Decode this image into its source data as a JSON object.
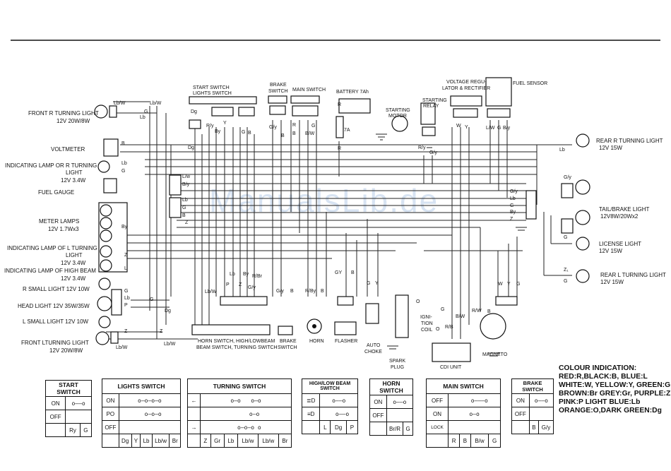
{
  "watermark": "ManualsLib.de",
  "components_left": {
    "front_r_turn": "FRONT R TURNING LIGHT",
    "front_r_turn_spec": "12V 20W/8W",
    "voltmeter": "VOLTMETER",
    "ind_r_turn": "INDICATING LAMP OR R TURNING",
    "ind_r_turn_2": "LIGHT",
    "ind_r_turn_spec": "12V 3.4W",
    "fuel_gauge": "FUEL GAUGE",
    "meter_lamps": "METER LAMPS",
    "meter_lamps_spec": "12V 1.7Wx3",
    "ind_l_turn": "INDICATING LAMP OF L TURNING",
    "ind_l_turn_2": "LIGHT",
    "ind_l_turn_spec": "12V 3.4W",
    "ind_high": "INDICATING LAMP OF HIGH BEAM",
    "ind_high_spec": "12V 3.4W",
    "r_small": "R SMALL LIGHT 12V 10W",
    "head": "HEAD LIGHT 12V 35W/35W",
    "l_small": "L SMALL LIGHT 12V 10W",
    "front_l_turn": "FRONT LTURNING LIGHT",
    "front_l_turn_spec": "12V 20W/8W"
  },
  "components_top": {
    "start_switch": "START SWITCH",
    "lights_switch": "LIGHTS SWITCH",
    "brake_switch_1": "BRAKE",
    "brake_switch_2": "SWITCH",
    "main_switch": "MAIN SWITCH",
    "battery": "BATTERY 7Ah",
    "starting_motor_1": "STARTING",
    "starting_motor_2": "MOTOR",
    "starting_relay_1": "STARTING",
    "starting_relay_2": "RELAY",
    "volt_reg_1": "VOLTAGE REGU-",
    "volt_reg_2": "LATOR & RECTIFIER",
    "fuel_sensor": "FUEL SENSOR",
    "fuse": "7A"
  },
  "components_right": {
    "rear_r_turn": "REAR R TURNING LIGHT",
    "rear_r_turn_spec": "12V 15W",
    "tail_brake": "TAIL/BRAKE LIGHT",
    "tail_brake_spec": "12V8W/20Wx2",
    "license": "LICENSE LIGHT",
    "license_spec": "12V 15W",
    "rear_l_turn": "REAR L TURNING LIGHT",
    "rear_l_turn_spec": "12V 15W"
  },
  "components_bottom": {
    "horn_switch_1": "HORN SWITCH, HIGH/LOWBEAM",
    "horn_switch_2": "BEAM SWITCH, TURNING SWITCH",
    "brake_sw_1": "BRAKE",
    "brake_sw_2": "SWITCH",
    "horn": "HORN",
    "flasher": "FLASHER",
    "auto_choke_1": "AUTO",
    "auto_choke_2": "CHOKE",
    "spark_1": "SPARK",
    "spark_2": "PLUG",
    "ignition_1": "IGNI-",
    "ignition_2": "TION",
    "ignition_3": "COIL",
    "cdi": "CDI UNIT",
    "magneto": "MAGNETO"
  },
  "tables": {
    "start": {
      "title": "START SWITCH",
      "rows": [
        "ON",
        "OFF"
      ],
      "cols": [
        "R",
        "y",
        "G"
      ]
    },
    "lights": {
      "title": "LIGHTS SWITCH",
      "rows": [
        "ON",
        "PO",
        "OFF"
      ],
      "cols": [
        "Dg",
        "Y",
        "Lb",
        "Lb/w",
        "Br"
      ]
    },
    "turning": {
      "title": "TURNING SWITCH",
      "rows": [
        "←",
        "",
        "→"
      ],
      "cols": [
        "Z",
        "Gr",
        "Lb",
        "Lb/w",
        "Lb/w",
        "Br"
      ]
    },
    "hilo": {
      "title": "HIGH/LOW BEAM SWITCH",
      "rows": [
        "≣D",
        "≡D"
      ],
      "cols": [
        "L",
        "Dg",
        "P"
      ]
    },
    "horn": {
      "title": "HORN SWITCH",
      "rows": [
        "ON",
        "OFF"
      ],
      "cols": [
        "Br/R",
        "G"
      ]
    },
    "main": {
      "title": "MAIN SWITCH",
      "rows": [
        "OFF",
        "ON",
        "LOCK"
      ],
      "cols": [
        "R",
        "B",
        "B/w",
        "G"
      ]
    },
    "brake": {
      "title": "BRAKE SWITCH",
      "rows": [
        "ON",
        "OFF"
      ],
      "cols": [
        "B",
        "G/y"
      ]
    }
  },
  "colour_indication": {
    "title": "COLOUR INDICATION:",
    "line1": "RED:R,BLACK:B, BLUE:L",
    "line2": "WHITE:W, YELLOW:Y, GREEN:G",
    "line3": "BROWN:Br  GREY:Gr, PURPLE:Z",
    "line4": "PINK:P LIGHT BLUE:Lb",
    "line5": "ORANGE:O,DARK GREEN:Dg"
  },
  "wire_labels": {
    "lbw": "Lb/W",
    "g": "G",
    "lb": "Lb",
    "b": "B",
    "lw": "L/w",
    "by": "B/y",
    "z": "Z",
    "l": "L",
    "dg": "Dg",
    "p": "P",
    "gy": "G/y",
    "y": "Y",
    "w": "W",
    "r": "R",
    "ry": "R/y",
    "bw": "B/W",
    "rb": "R/B",
    "rbr": "R/Br",
    "rby": "R/By",
    "lwb": "L/W",
    "o": "O",
    "rw": "R/W",
    "z1": "Z₁",
    "gr": "GY",
    "byy": "By"
  }
}
